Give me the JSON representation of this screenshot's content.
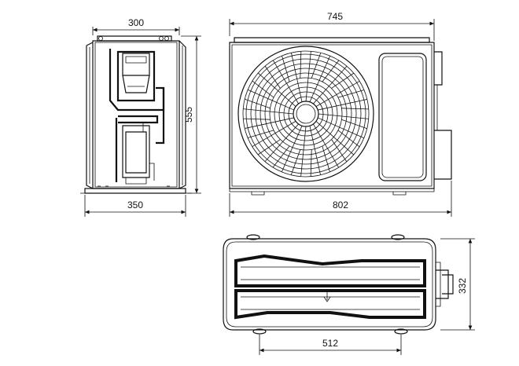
{
  "dimensions": {
    "side_top_width": "300",
    "side_base_width": "350",
    "height": "555",
    "front_top_width": "745",
    "front_base_width": "802",
    "top_depth": "332",
    "mount_spacing": "512"
  }
}
